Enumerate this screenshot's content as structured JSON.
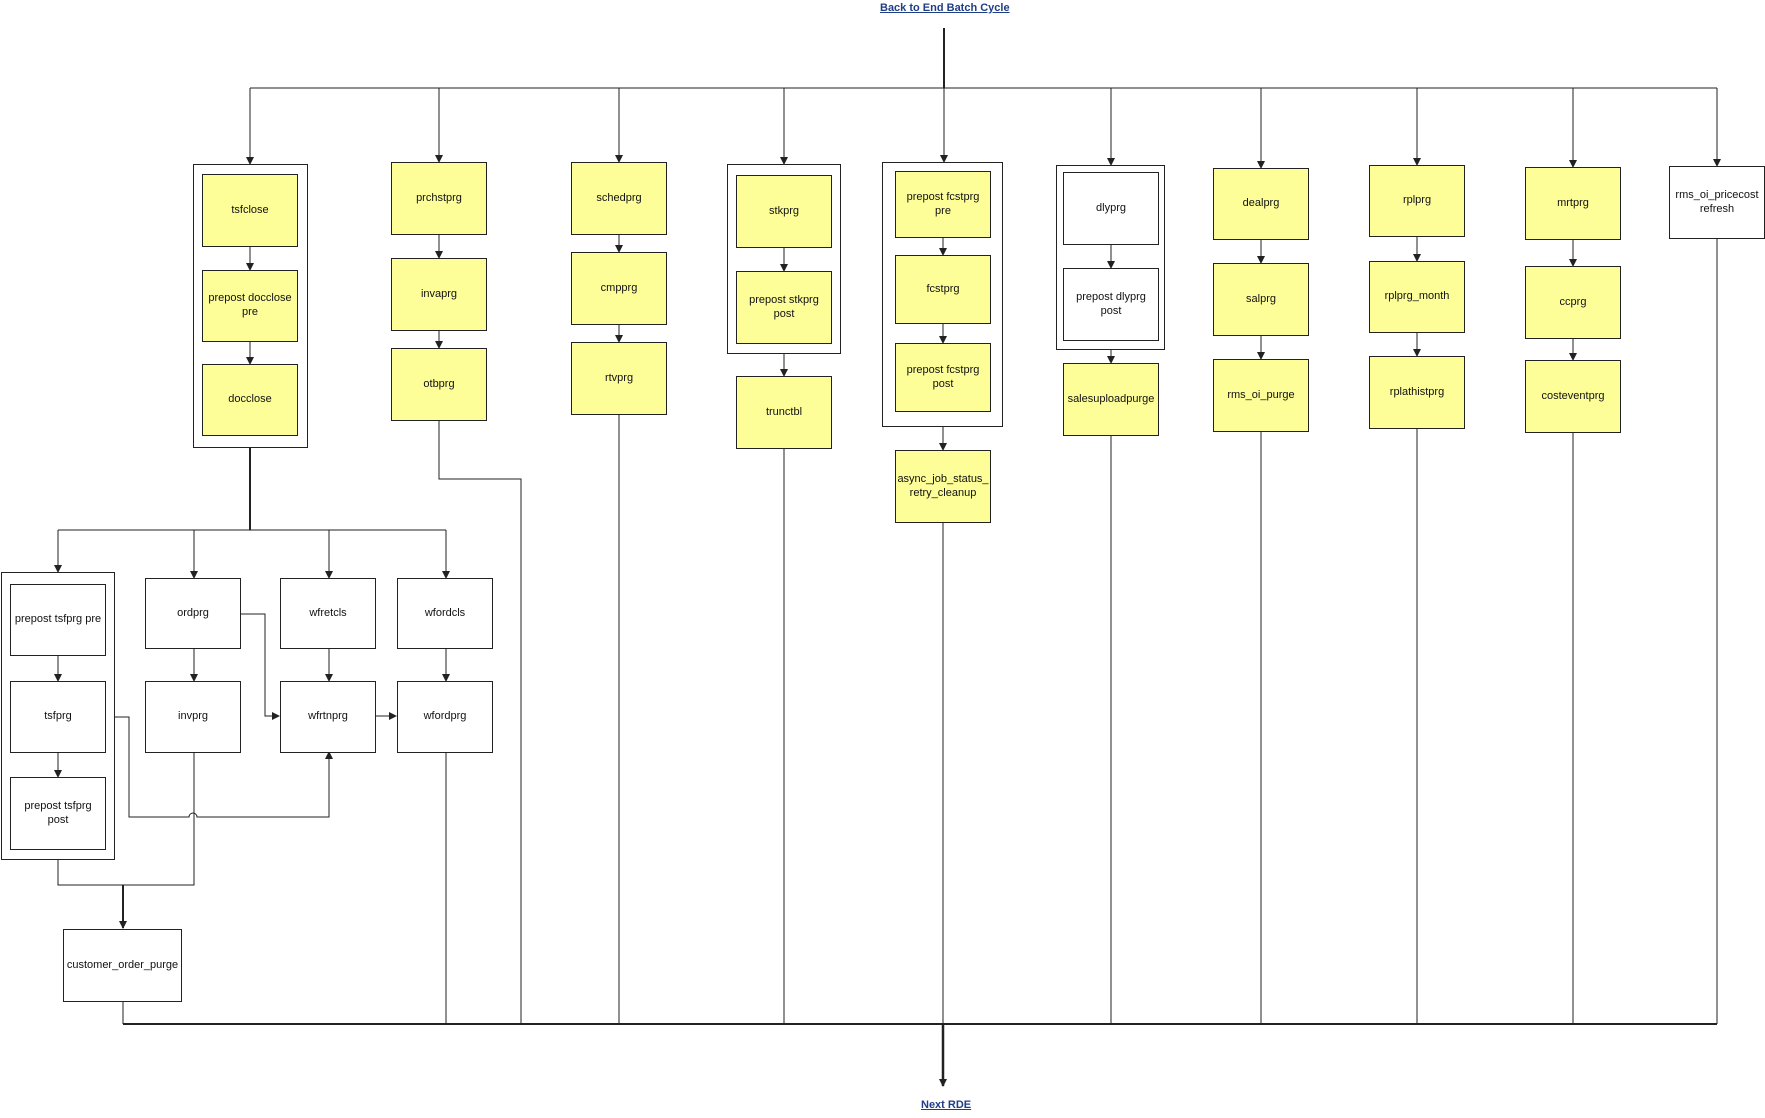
{
  "links": {
    "back": "Back to End Batch Cycle",
    "next": "Next RDE"
  },
  "colors": {
    "node_fill": "#fefe99",
    "line": "#222222",
    "link": "#1f3e86"
  },
  "nodes": {
    "tsfclose": "tsfclose",
    "prepost_docclose_pre": "prepost docclose pre",
    "docclose": "docclose",
    "prchstprg": "prchstprg",
    "invaprg": "invaprg",
    "otbprg": "otbprg",
    "schedprg": "schedprg",
    "cmpprg": "cmpprg",
    "rtvprg": "rtvprg",
    "stkprg": "stkprg",
    "prepost_stkprg_post": "prepost stkprg post",
    "trunctbl": "trunctbl",
    "prepost_fcstprg_pre": "prepost fcstprg pre",
    "fcstprg": "fcstprg",
    "prepost_fcstprg_post": "prepost fcstprg post",
    "async_job": "async_job_status_ retry_cleanup",
    "dlyprg": "dlyprg",
    "prepost_dlyprg_post": "prepost dlyprg post",
    "salesuploadpurge": "salesuploadpurge",
    "dealprg": "dealprg",
    "salprg": "salprg",
    "rms_oi_purge": "rms_oi_purge",
    "rplprg": "rplprg",
    "rplprg_month": "rplprg_month",
    "rplathistprg": "rplathistprg",
    "mrtprg": "mrtprg",
    "ccprg": "ccprg",
    "costeventprg": "costeventprg",
    "rms_oi_pricecost_refresh": "rms_oi_pricecost refresh",
    "prepost_tsfprg_pre": "prepost tsfprg pre",
    "tsfprg": "tsfprg",
    "prepost_tsfprg_post": "prepost tsfprg post",
    "ordprg": "ordprg",
    "invprg": "invprg",
    "wfretcls": "wfretcls",
    "wfrtnprg": "wfrtnprg",
    "wfordcls": "wfordcls",
    "wfordprg": "wfordprg",
    "customer_order_purge": "customer_order_purge"
  }
}
